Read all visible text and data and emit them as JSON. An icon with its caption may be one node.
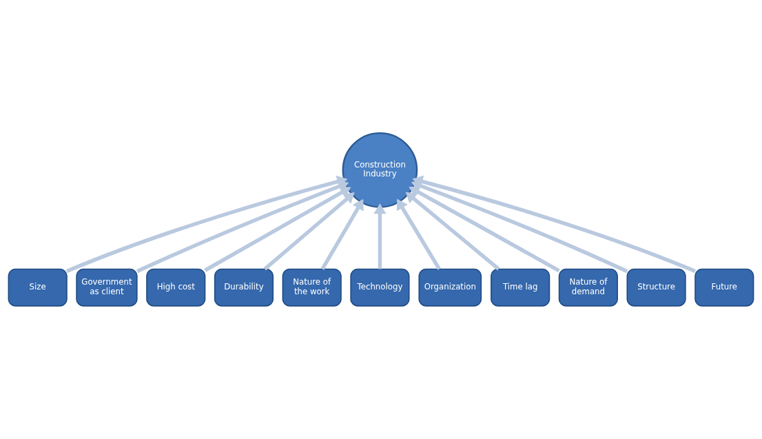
{
  "diagram": {
    "nodes": [
      {
        "text": [
          "Size"
        ]
      },
      {
        "text": [
          "Government as client"
        ]
      },
      {
        "text": [
          "High cost"
        ]
      },
      {
        "text": [
          "Durability"
        ]
      },
      {
        "text": [
          "Nature of the work"
        ]
      },
      {
        "text": [
          "Technology"
        ]
      },
      {
        "text": [
          "Organization"
        ]
      },
      {
        "text": [
          "Time lag"
        ]
      },
      {
        "text": [
          "Nature of demand"
        ]
      },
      {
        "text": [
          "Structure"
        ]
      },
      {
        "text": [
          "Future"
        ]
      },
      {
        "text": [
          "Construction Industry"
        ]
      }
    ],
    "edges": [
      {
        "from": 0,
        "to": 11,
        "arrow": "to"
      },
      {
        "from": 1,
        "to": 11,
        "arrow": "to"
      },
      {
        "from": 2,
        "to": 11,
        "arrow": "to"
      },
      {
        "from": 3,
        "to": 11,
        "arrow": "to"
      },
      {
        "from": 4,
        "to": 11,
        "arrow": "to"
      },
      {
        "from": 5,
        "to": 11,
        "arrow": "to"
      },
      {
        "from": 6,
        "to": 11,
        "arrow": "to"
      },
      {
        "from": 7,
        "to": 11,
        "arrow": "to"
      },
      {
        "from": 8,
        "to": 11,
        "arrow": "to"
      },
      {
        "from": 9,
        "to": 11,
        "arrow": "to"
      },
      {
        "from": 10,
        "to": 11,
        "arrow": "to"
      }
    ]
  }
}
